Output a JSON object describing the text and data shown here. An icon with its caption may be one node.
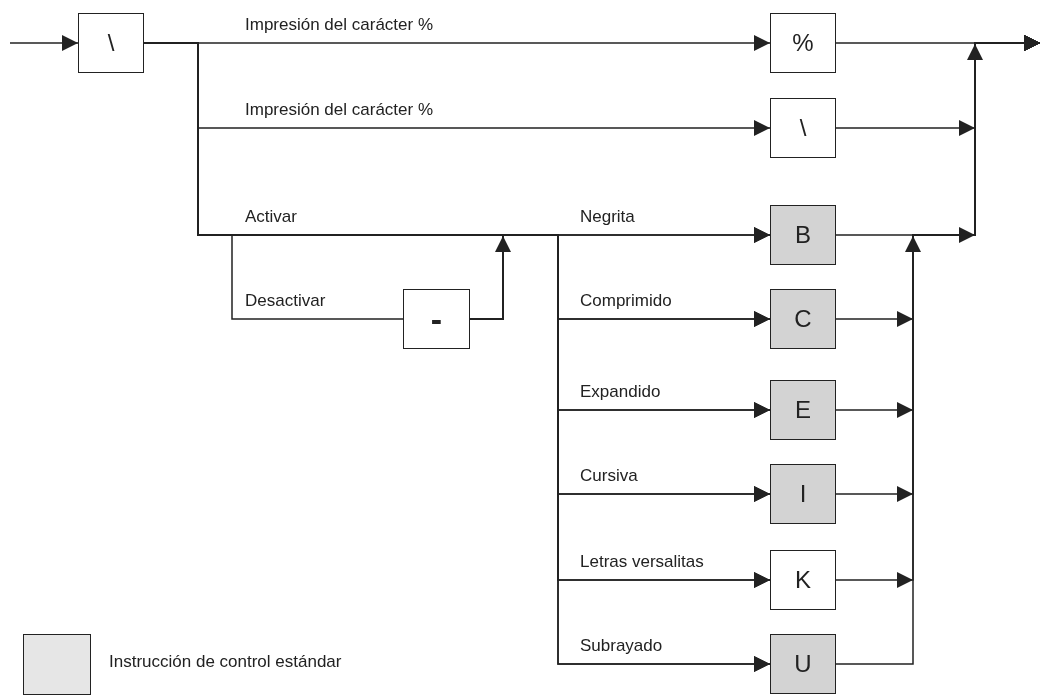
{
  "diagram": {
    "nodes": [
      {
        "text": [
          "\\"
        ]
      },
      {
        "text": [
          "%"
        ]
      },
      {
        "text": [
          "\\"
        ]
      },
      {
        "text": [
          "-"
        ]
      },
      {
        "text": [
          "B"
        ]
      },
      {
        "text": [
          "C"
        ]
      },
      {
        "text": [
          "E"
        ]
      },
      {
        "text": [
          "I"
        ]
      },
      {
        "text": [
          "K"
        ]
      },
      {
        "text": [
          "U"
        ]
      }
    ],
    "edges": [
      {
        "from": null,
        "to": 0,
        "arrow": "to"
      },
      {
        "from": 0,
        "to": 1,
        "arrow": "to",
        "label": "Impresión del carácter %"
      },
      {
        "from": 0,
        "to": 2,
        "arrow": "to",
        "label": "Impresión del carácter %"
      },
      {
        "from": 0,
        "to": 4,
        "arrow": "to",
        "label": "Negrita"
      },
      {
        "from": 0,
        "to": 5,
        "arrow": "to",
        "label": "Comprimido"
      },
      {
        "from": 0,
        "to": 6,
        "arrow": "to",
        "label": "Expandido"
      },
      {
        "from": 0,
        "to": 7,
        "arrow": "to",
        "label": "Cursiva"
      },
      {
        "from": 0,
        "to": 8,
        "arrow": "to",
        "label": "Letras versalitas"
      },
      {
        "from": 0,
        "to": 9,
        "arrow": "to",
        "label": "Subrayado"
      },
      {
        "from": 0,
        "to": 3,
        "arrow": "none",
        "label": "Desactivar"
      },
      {
        "from": 3,
        "to": 4,
        "arrow": "to"
      },
      {
        "from": 3,
        "to": 5,
        "arrow": "to"
      },
      {
        "from": 3,
        "to": 6,
        "arrow": "to"
      },
      {
        "from": 3,
        "to": 7,
        "arrow": "to"
      },
      {
        "from": 3,
        "to": 8,
        "arrow": "to"
      },
      {
        "from": 3,
        "to": 9,
        "arrow": "to"
      },
      {
        "from": 1,
        "to": null,
        "arrow": "to"
      },
      {
        "from": 2,
        "to": null,
        "arrow": "to"
      },
      {
        "from": 4,
        "to": null,
        "arrow": "to"
      },
      {
        "from": 5,
        "to": null,
        "arrow": "to"
      },
      {
        "from": 6,
        "to": null,
        "arrow": "to"
      },
      {
        "from": 7,
        "to": null,
        "arrow": "to"
      },
      {
        "from": 8,
        "to": null,
        "arrow": "to"
      },
      {
        "from": 9,
        "to": null,
        "arrow": "to"
      }
    ],
    "labels": [
      "Activar"
    ],
    "legend": [
      {
        "text": "Instrucción de control estándar",
        "color": "#e6e6e6"
      }
    ]
  }
}
